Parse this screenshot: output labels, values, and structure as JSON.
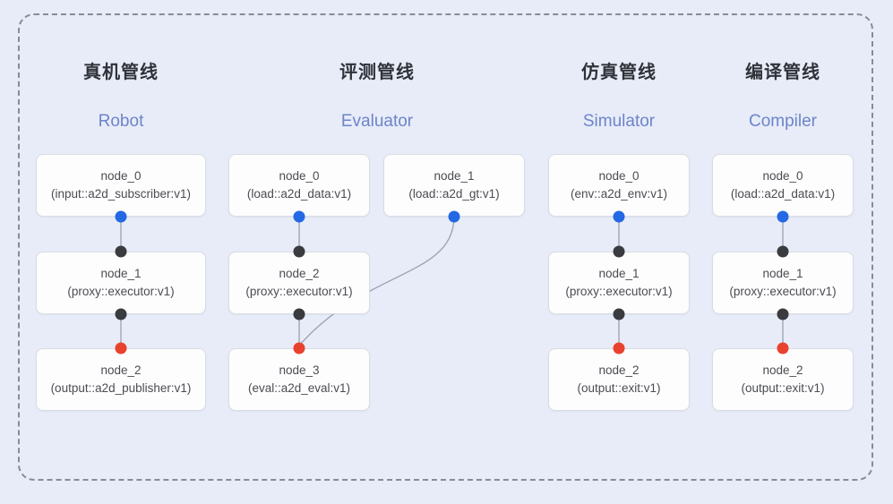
{
  "pipelines": [
    {
      "title_zh": "真机管线",
      "title_en": "Robot",
      "nodes": [
        {
          "name": "node_0",
          "detail": "(input::a2d_subscriber:v1)"
        },
        {
          "name": "node_1",
          "detail": "(proxy::executor:v1)"
        },
        {
          "name": "node_2",
          "detail": "(output::a2d_publisher:v1)"
        }
      ]
    },
    {
      "title_zh": "评测管线",
      "title_en": "Evaluator",
      "nodes": [
        {
          "name": "node_0",
          "detail": "(load::a2d_data:v1)"
        },
        {
          "name": "node_1",
          "detail": "(load::a2d_gt:v1)"
        },
        {
          "name": "node_2",
          "detail": "(proxy::executor:v1)"
        },
        {
          "name": "node_3",
          "detail": "(eval::a2d_eval:v1)"
        }
      ]
    },
    {
      "title_zh": "仿真管线",
      "title_en": "Simulator",
      "nodes": [
        {
          "name": "node_0",
          "detail": "(env::a2d_env:v1)"
        },
        {
          "name": "node_1",
          "detail": "(proxy::executor:v1)"
        },
        {
          "name": "node_2",
          "detail": "(output::exit:v1)"
        }
      ]
    },
    {
      "title_zh": "编译管线",
      "title_en": "Compiler",
      "nodes": [
        {
          "name": "node_0",
          "detail": "(load::a2d_data:v1)"
        },
        {
          "name": "node_1",
          "detail": "(proxy::executor:v1)"
        },
        {
          "name": "node_2",
          "detail": "(output::exit:v1)"
        }
      ]
    }
  ],
  "edges": [
    {
      "pipeline": "Robot",
      "from": "node_0",
      "to": "node_1"
    },
    {
      "pipeline": "Robot",
      "from": "node_1",
      "to": "node_2"
    },
    {
      "pipeline": "Evaluator",
      "from": "node_0",
      "to": "node_2"
    },
    {
      "pipeline": "Evaluator",
      "from": "node_1",
      "to": "node_3"
    },
    {
      "pipeline": "Evaluator",
      "from": "node_2",
      "to": "node_3"
    },
    {
      "pipeline": "Simulator",
      "from": "node_0",
      "to": "node_1"
    },
    {
      "pipeline": "Simulator",
      "from": "node_1",
      "to": "node_2"
    },
    {
      "pipeline": "Compiler",
      "from": "node_0",
      "to": "node_1"
    },
    {
      "pipeline": "Compiler",
      "from": "node_1",
      "to": "node_2"
    }
  ],
  "colors": {
    "background": "#e7ecf8",
    "frame_dash": "#868c96",
    "node_fill": "#fdfdfe",
    "node_border": "#d9dce2",
    "connector": "#99a1b2",
    "port_input": "#2468e4",
    "port_internal": "#3a3b3f",
    "port_output": "#e8422e",
    "title_zh_color": "#303239",
    "title_en_color": "#6e84c9"
  }
}
